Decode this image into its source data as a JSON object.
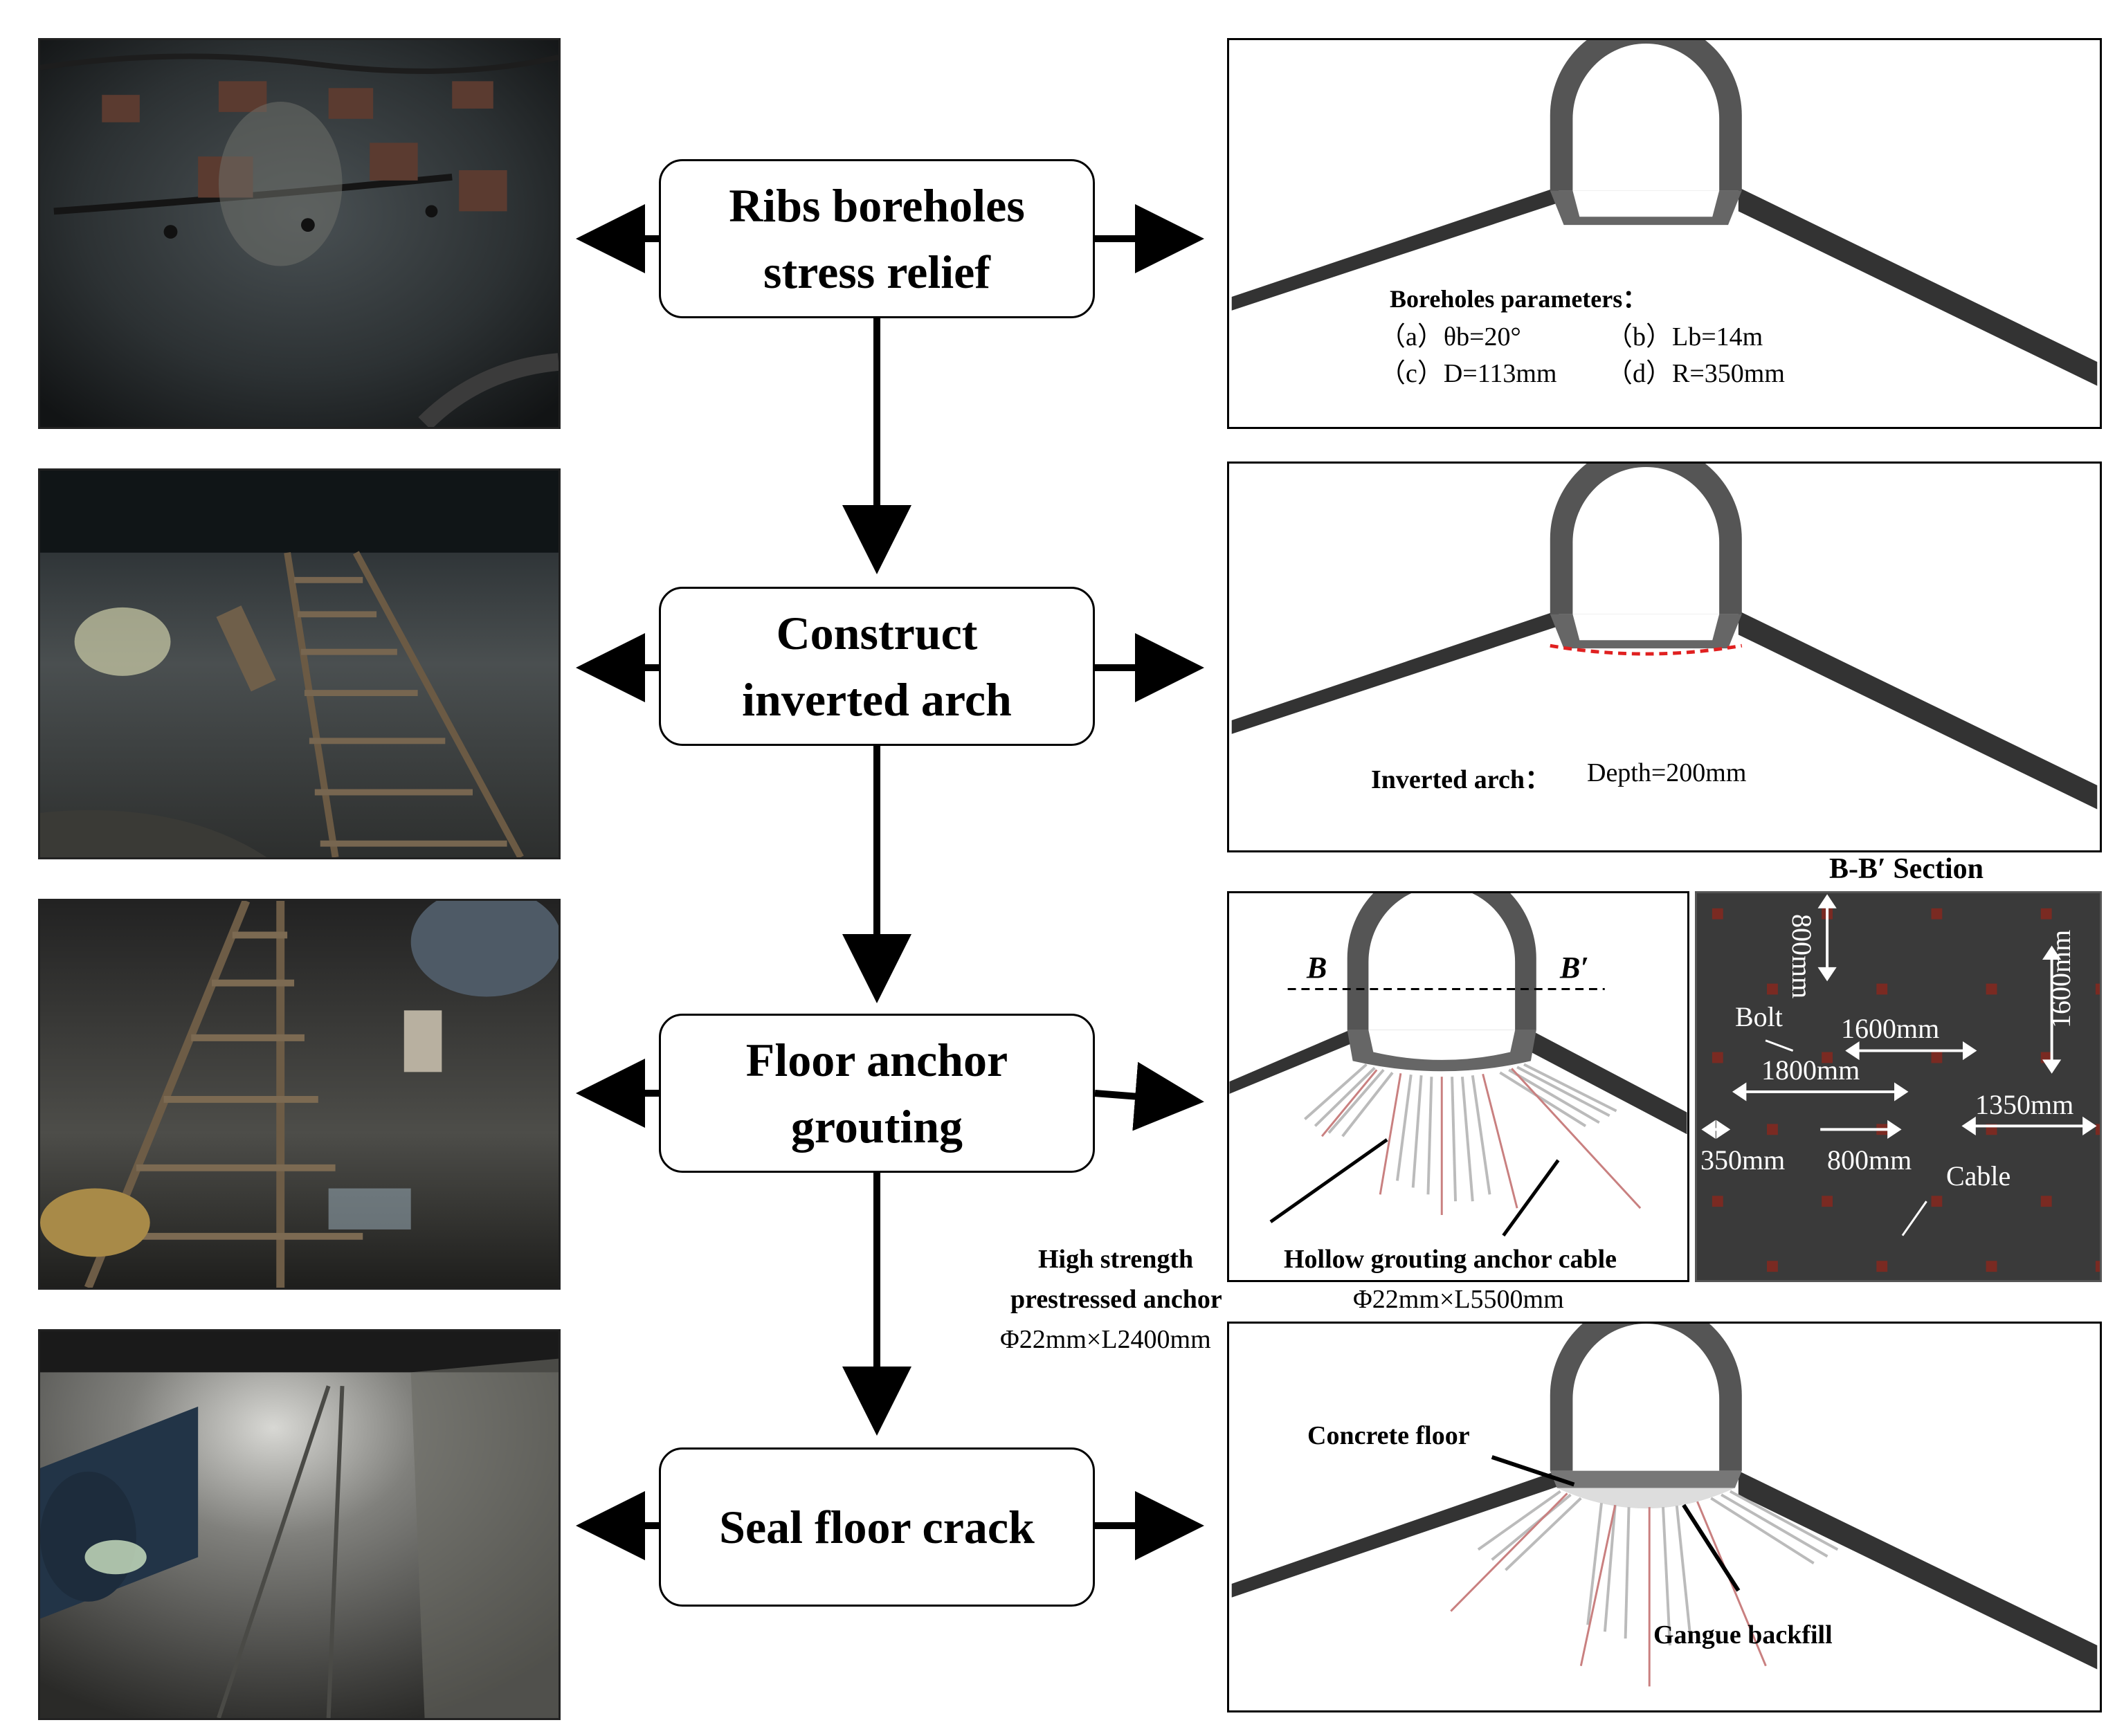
{
  "steps": [
    {
      "label": "Ribs boreholes\nstress relief"
    },
    {
      "label": "Construct\ninverted arch"
    },
    {
      "label": "Floor anchor\ngrouting"
    },
    {
      "label": "Seal floor crack"
    }
  ],
  "panel1": {
    "heading": "Boreholes parameters：",
    "a": "（a）θb=20°",
    "b": "（b）Lb=14m",
    "c": "（c）D=113mm",
    "d": "（d）R=350mm"
  },
  "panel2": {
    "title": "Inverted arch：",
    "value": "Depth=200mm"
  },
  "panel3": {
    "b_left": "B",
    "b_right": "B′",
    "anchor_title_1": "High strength",
    "anchor_title_2": "prestressed anchor",
    "anchor_spec": "Φ22mm×L2400mm",
    "cable_title": "Hollow grouting anchor cable",
    "cable_spec": "Φ22mm×L5500mm"
  },
  "section": {
    "title": "B-B′ Section",
    "d800_vertical": "800mm",
    "d1600_vertical": "1600mm",
    "bolt": "Bolt",
    "d1600": "1600mm",
    "d1800": "1800mm",
    "d1350": "1350mm",
    "d350": "350mm",
    "d800": "800mm",
    "cable": "Cable"
  },
  "panel4": {
    "concrete": "Concrete floor",
    "gangue": "Gangue backfill"
  },
  "colors": {
    "tunnel": "#555555",
    "tunnel_dark": "#333333",
    "inverted_arch_line": "#e02020",
    "section_bg": "#3a3a3a",
    "marker": "#7a2a22",
    "anchor_red": "#c98080",
    "cable_grey": "#bbbbbb"
  }
}
